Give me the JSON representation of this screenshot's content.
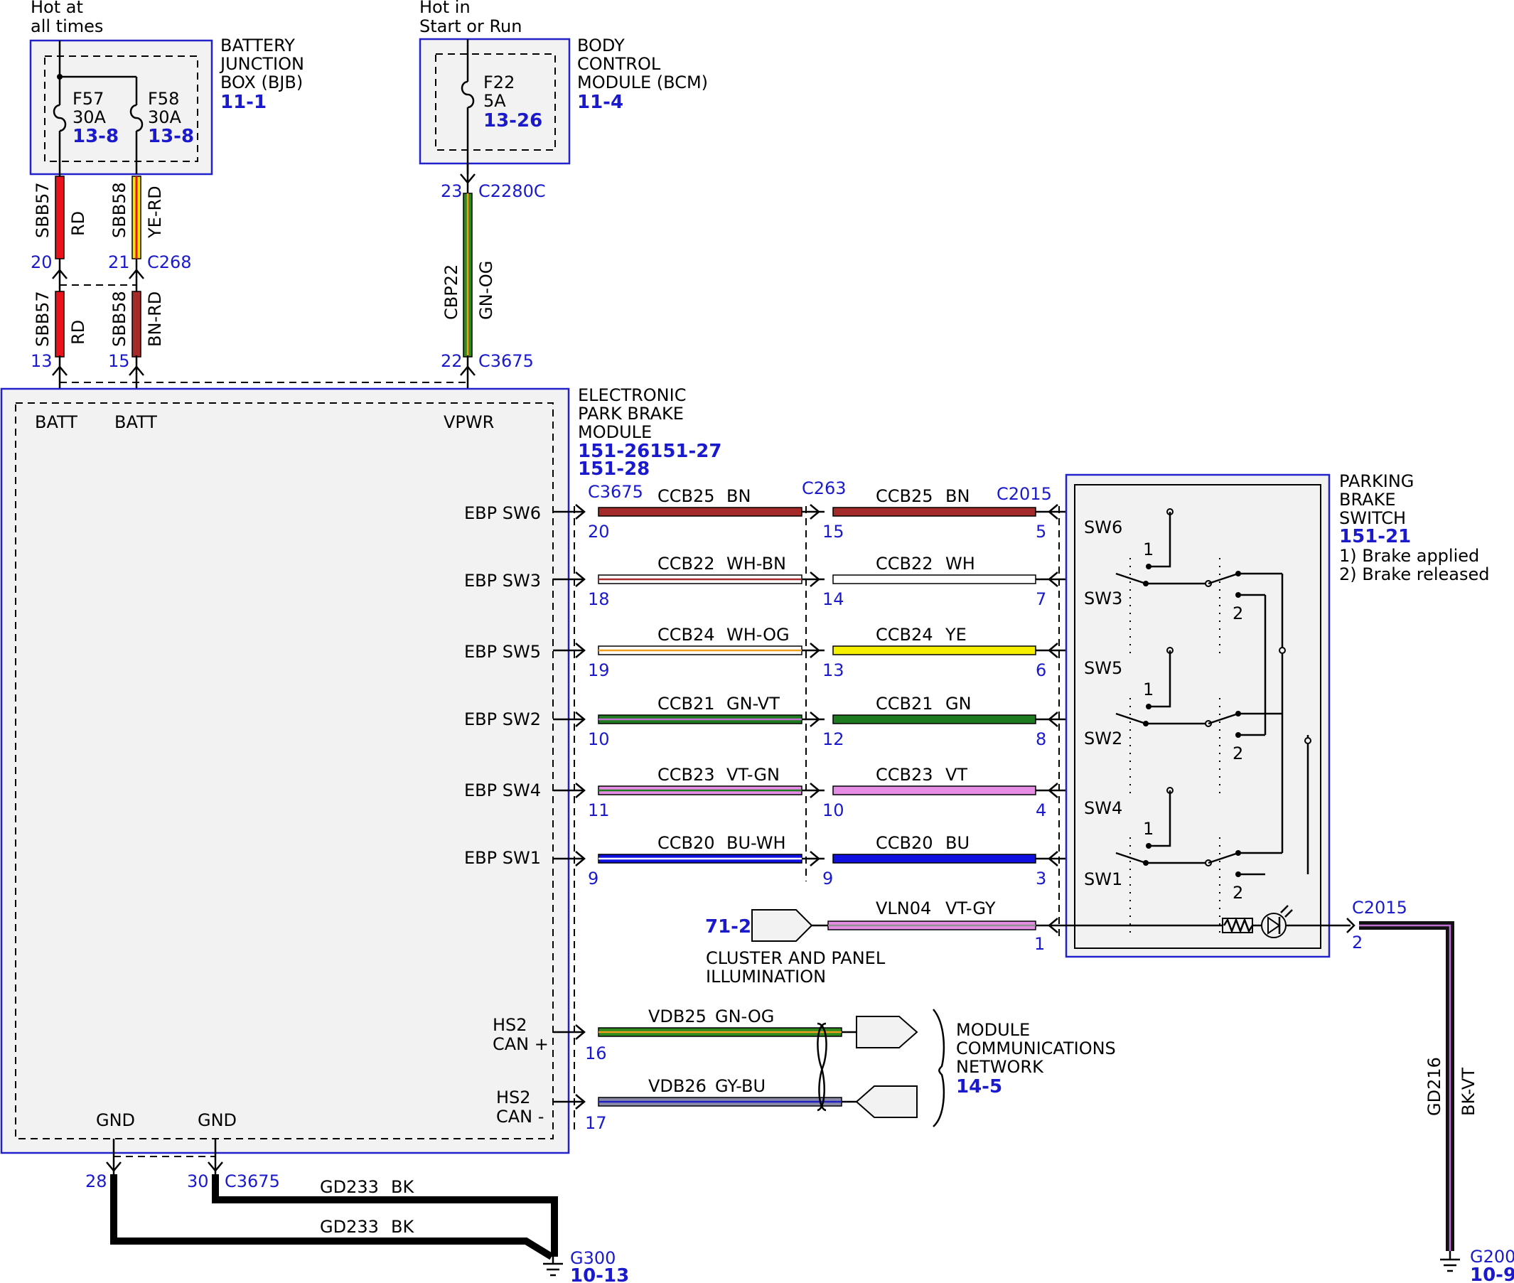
{
  "supply": {
    "hot_all_times": [
      "Hot at",
      "all times"
    ],
    "hot_start_run": [
      "Hot in",
      "Start or Run"
    ]
  },
  "bjb": {
    "title": [
      "BATTERY",
      "JUNCTION",
      "BOX (BJB)"
    ],
    "ref": "11-1",
    "fuses": [
      {
        "id": "F57",
        "rating": "30A",
        "ref": "13-8"
      },
      {
        "id": "F58",
        "rating": "30A",
        "ref": "13-8"
      }
    ]
  },
  "bcm": {
    "title": [
      "BODY",
      "CONTROL",
      "MODULE (BCM)"
    ],
    "ref": "11-4",
    "fuse": {
      "id": "F22",
      "rating": "5A",
      "ref": "13-26"
    }
  },
  "wires_upper": [
    {
      "circuit": "SBB57",
      "color": "RD",
      "hex": "#e8131b"
    },
    {
      "circuit": "SBB58",
      "color": "YE-RD",
      "hex": "#f5e400",
      "stripe": "#e8131b"
    },
    {
      "circuit": "SBB57",
      "color": "RD",
      "hex": "#e8131b"
    },
    {
      "circuit": "SBB58",
      "color": "BN-RD",
      "hex": "#a52a2a",
      "stripe": "#e8131b"
    },
    {
      "circuit": "CBP22",
      "color": "GN-OG",
      "hex": "#2f8a1e",
      "stripe": "#f0a020"
    }
  ],
  "connectors_upper": {
    "c268": "C268",
    "c268_pins": [
      "20",
      "21"
    ],
    "module_pins": [
      "13",
      "15"
    ],
    "c2280c": "C2280C",
    "c2280c_pin": "23",
    "c3675": "C3675",
    "c3675_pin": "22"
  },
  "epbm": {
    "title": [
      "ELECTRONIC",
      "PARK BRAKE",
      "MODULE"
    ],
    "refs": [
      "151-26151-27",
      "151-28"
    ],
    "pins_top": [
      "BATT",
      "BATT",
      "VPWR"
    ],
    "gnd": [
      "GND",
      "GND"
    ],
    "inputs": [
      "EBP SW6",
      "EBP SW3",
      "EBP SW5",
      "EBP SW2",
      "EBP SW4",
      "EBP SW1"
    ],
    "can_hi": [
      "HS2",
      "CAN +"
    ],
    "can_lo": [
      "HS2",
      "CAN -"
    ]
  },
  "connector_names": {
    "left": "C3675",
    "mid": "C263",
    "right": "C2015"
  },
  "switch_circuits": [
    {
      "left": {
        "circuit": "CCB25",
        "color": "BN",
        "hex": "#a52a2a"
      },
      "right": {
        "circuit": "CCB25",
        "color": "BN",
        "hex": "#a52a2a"
      },
      "pins": [
        "20",
        "15",
        "5"
      ]
    },
    {
      "left": {
        "circuit": "CCB22",
        "color": "WH-BN",
        "hex": "#ffffff",
        "stripe": "#a52a2a"
      },
      "right": {
        "circuit": "CCB22",
        "color": "WH",
        "hex": "#ffffff"
      },
      "pins": [
        "18",
        "14",
        "7"
      ]
    },
    {
      "left": {
        "circuit": "CCB24",
        "color": "WH-OG",
        "hex": "#ffffff",
        "stripe": "#f0a020"
      },
      "right": {
        "circuit": "CCB24",
        "color": "YE",
        "hex": "#f5f000"
      },
      "pins": [
        "19",
        "13",
        "6"
      ]
    },
    {
      "left": {
        "circuit": "CCB21",
        "color": "GN-VT",
        "hex": "#1e7a1e",
        "stripe": "#c070d0"
      },
      "right": {
        "circuit": "CCB21",
        "color": "GN",
        "hex": "#1e7a1e"
      },
      "pins": [
        "10",
        "12",
        "8"
      ]
    },
    {
      "left": {
        "circuit": "CCB23",
        "color": "VT-GN",
        "hex": "#e58ce5",
        "stripe": "#1e7a1e"
      },
      "right": {
        "circuit": "CCB23",
        "color": "VT",
        "hex": "#e58ce5"
      },
      "pins": [
        "11",
        "10",
        "4"
      ]
    },
    {
      "left": {
        "circuit": "CCB20",
        "color": "BU-WH",
        "hex": "#1010e0",
        "stripe": "#ffffff"
      },
      "right": {
        "circuit": "CCB20",
        "color": "BU",
        "hex": "#1010e0"
      },
      "pins": [
        "9",
        "9",
        "3"
      ]
    }
  ],
  "illum": {
    "ref": "71-2",
    "circuit": "VLN04",
    "color": "VT-GY",
    "hex": "#e58ce5",
    "stripe": "#909090",
    "pin": "1",
    "label": [
      "CLUSTER AND PANEL",
      "ILLUMINATION"
    ]
  },
  "pbs": {
    "title": [
      "PARKING",
      "BRAKE",
      "SWITCH"
    ],
    "ref": "151-21",
    "notes": [
      "1) Brake applied",
      "2) Brake released"
    ],
    "switches": [
      "SW6",
      "SW3",
      "SW5",
      "SW2",
      "SW4",
      "SW1"
    ],
    "pos1": "1",
    "pos2": "2"
  },
  "ground_pbs": {
    "connector": "C2015",
    "pin": "2",
    "circuit": "GD216",
    "color": "BK-VT",
    "hex": "#111111",
    "stripe": "#c070d0",
    "ground": "G200",
    "ground_ref": "10-9"
  },
  "can": {
    "circuits": [
      {
        "circuit": "VDB25",
        "color": "GN-OG",
        "hex": "#2f8a1e",
        "stripe": "#f0a020",
        "pin": "16"
      },
      {
        "circuit": "VDB26",
        "color": "GY-BU",
        "hex": "#8a8aa8",
        "stripe": "#2020c0",
        "pin": "17"
      }
    ],
    "network": [
      "MODULE",
      "COMMUNICATIONS",
      "NETWORK"
    ],
    "network_ref": "14-5"
  },
  "ground_epbm": {
    "pins": [
      "28",
      "30"
    ],
    "connector": "C3675",
    "circuit": "GD233",
    "color": "BK",
    "ground": "G300",
    "ground_ref": "10-13"
  }
}
